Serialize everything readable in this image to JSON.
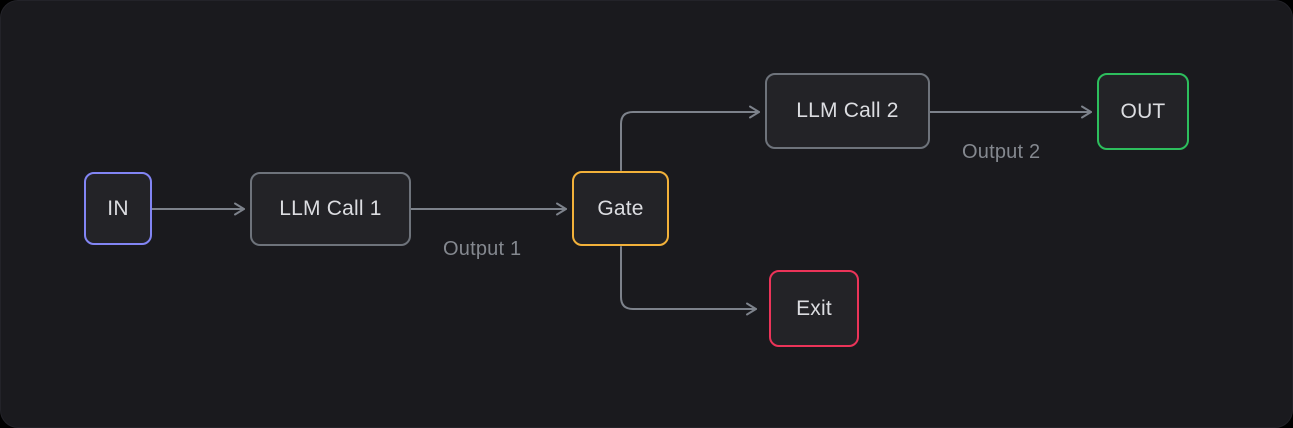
{
  "diagram": {
    "type": "flowchart",
    "nodes": [
      {
        "id": "in",
        "label": "IN",
        "border_color": "#8285f4",
        "role": "input"
      },
      {
        "id": "llm-call-1",
        "label": "LLM Call 1",
        "border_color": "#6e737b",
        "role": "process"
      },
      {
        "id": "gate",
        "label": "Gate",
        "border_color": "#f2b13a",
        "role": "decision"
      },
      {
        "id": "llm-call-2",
        "label": "LLM Call 2",
        "border_color": "#6e737b",
        "role": "process"
      },
      {
        "id": "out",
        "label": "OUT",
        "border_color": "#2dbe5d",
        "role": "output"
      },
      {
        "id": "exit",
        "label": "Exit",
        "border_color": "#eb3459",
        "role": "terminator"
      }
    ],
    "edges": [
      {
        "from": "in",
        "to": "llm-call-1",
        "label": ""
      },
      {
        "from": "llm-call-1",
        "to": "gate",
        "label": "Output 1"
      },
      {
        "from": "gate",
        "to": "llm-call-2",
        "label": ""
      },
      {
        "from": "llm-call-2",
        "to": "out",
        "label": "Output 2"
      },
      {
        "from": "gate",
        "to": "exit",
        "label": ""
      }
    ],
    "colors": {
      "outer_background": "#000000",
      "canvas_background": "#1a1a1e",
      "node_fill": "#232327",
      "node_text": "#dcdde1",
      "edge_stroke": "#7d828b",
      "edge_label_text": "#84888f"
    }
  }
}
